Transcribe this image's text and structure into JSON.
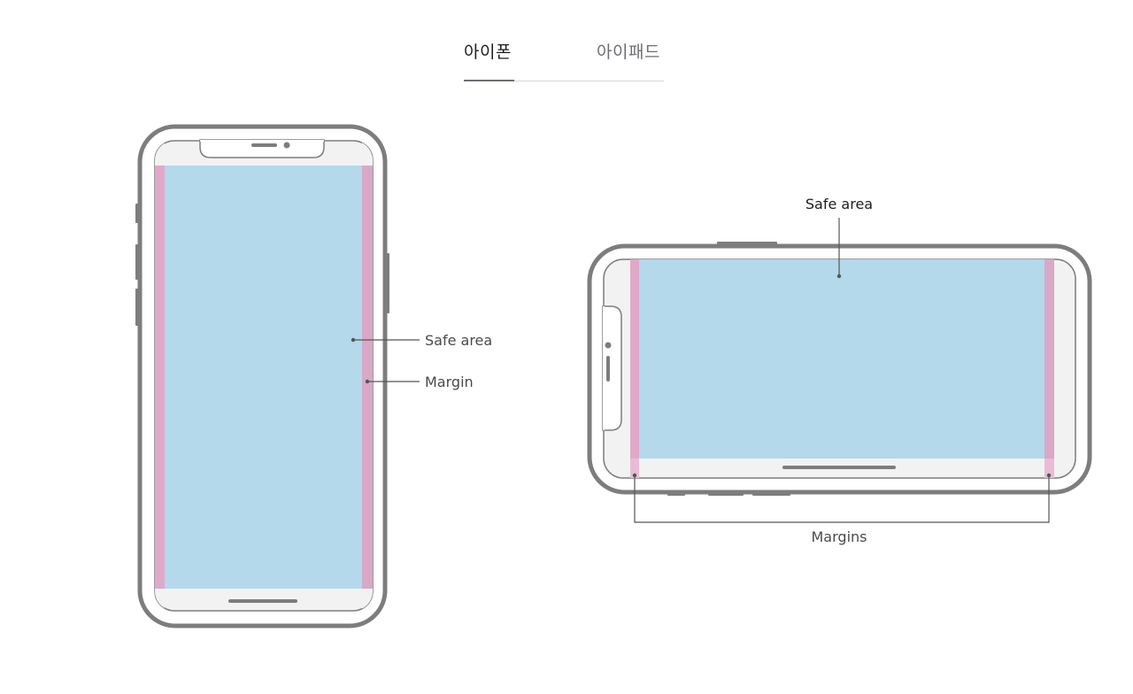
{
  "tabs": [
    {
      "label": "아이폰",
      "active": true
    },
    {
      "label": "아이패드",
      "active": false
    }
  ],
  "portrait": {
    "safe_area_label": "Safe area",
    "margin_label": "Margin"
  },
  "landscape": {
    "safe_area_label": "Safe area",
    "margins_label": "Margins"
  },
  "colors": {
    "safe_area": "#b3d9ea",
    "margin": "#e0a9c9",
    "screen_bg": "#f2f2f2",
    "device_frame": "#7d7d7d",
    "callout_line": "#555555"
  }
}
